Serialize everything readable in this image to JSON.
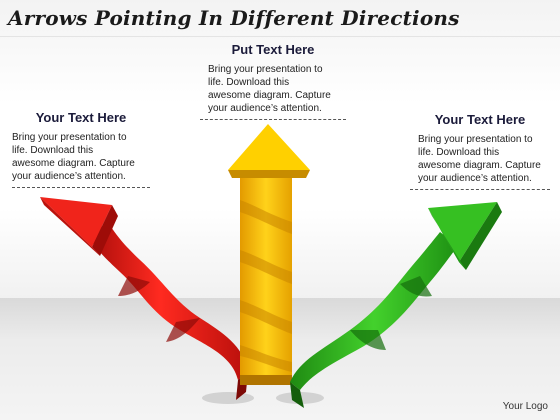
{
  "title": "Arrows Pointing In Different Directions",
  "blocks": {
    "left": {
      "heading": "Your Text Here",
      "lines": [
        "Bring your presentation to",
        "life. Download this",
        "awesome diagram. Capture",
        "your audience’s attention."
      ]
    },
    "center": {
      "heading": "Put Text Here",
      "lines": [
        "Bring your presentation to",
        "life. Download this",
        "awesome diagram. Capture",
        "your audience’s attention."
      ]
    },
    "right": {
      "heading": "Your Text Here",
      "lines": [
        "Bring your presentation to",
        "life. Download this",
        "awesome diagram. Capture",
        "your audience’s attention."
      ]
    }
  },
  "logo": "Your Logo",
  "colors": {
    "red": "#e01b14",
    "yellow": "#f7c400",
    "green": "#2fb51c"
  }
}
